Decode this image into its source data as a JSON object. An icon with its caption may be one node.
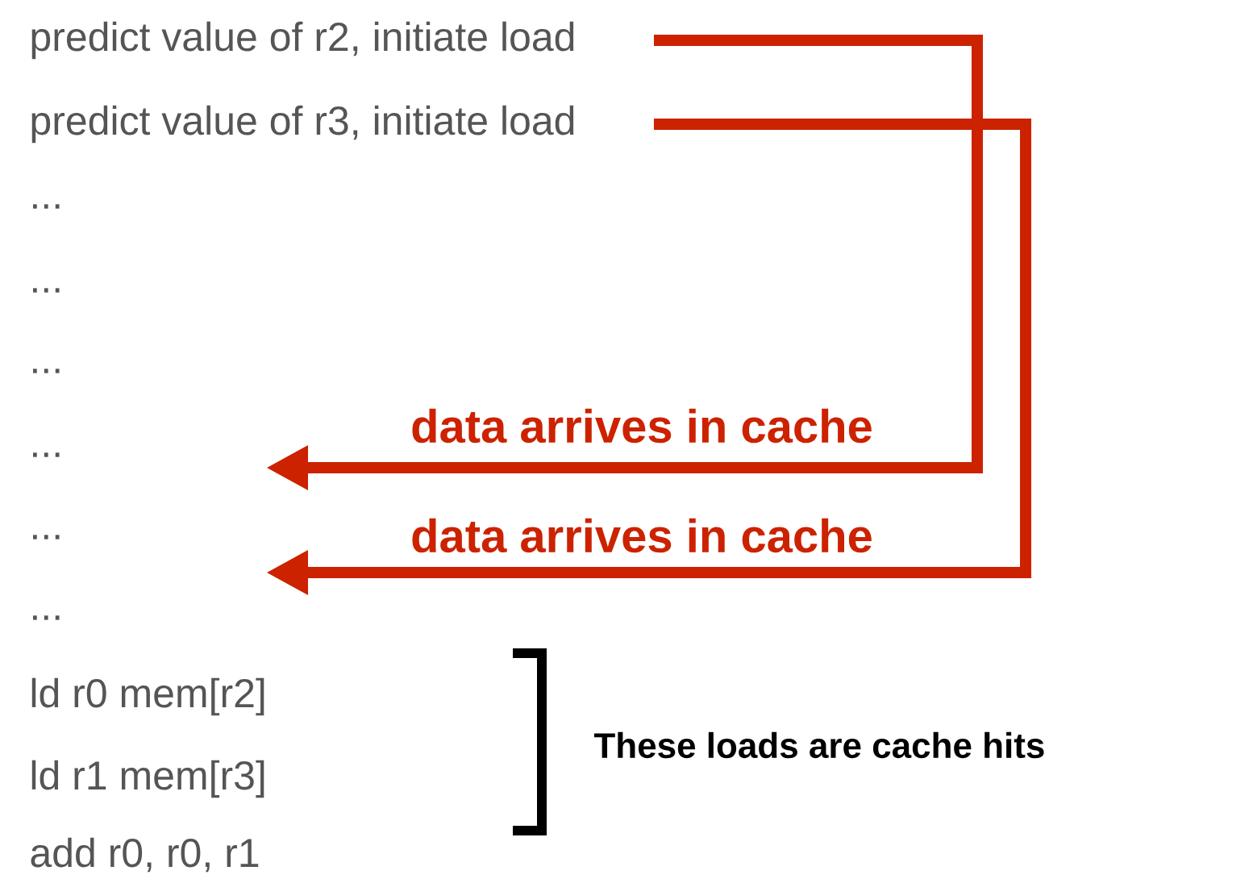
{
  "diagram": {
    "nodes": [
      {
        "text": [
          "predict value of r2, initiate load"
        ]
      },
      {
        "text": [
          "predict value of r3, initiate load"
        ]
      },
      {
        "text": [
          "..."
        ]
      },
      {
        "text": [
          "..."
        ]
      },
      {
        "text": [
          "..."
        ]
      },
      {
        "text": [
          "..."
        ]
      },
      {
        "text": [
          "..."
        ]
      },
      {
        "text": [
          "..."
        ]
      },
      {
        "text": [
          "ld r0 mem[r2]"
        ]
      },
      {
        "text": [
          "ld r1 mem[r3]"
        ]
      },
      {
        "text": [
          "add r0, r0, r1"
        ]
      }
    ],
    "edges": [
      {
        "from": 0,
        "to": null,
        "arrow": "to",
        "label": "data arrives in cache"
      },
      {
        "from": 1,
        "to": null,
        "arrow": "to",
        "label": "data arrives in cache"
      }
    ],
    "labels": [
      "These loads are cache hits"
    ]
  }
}
